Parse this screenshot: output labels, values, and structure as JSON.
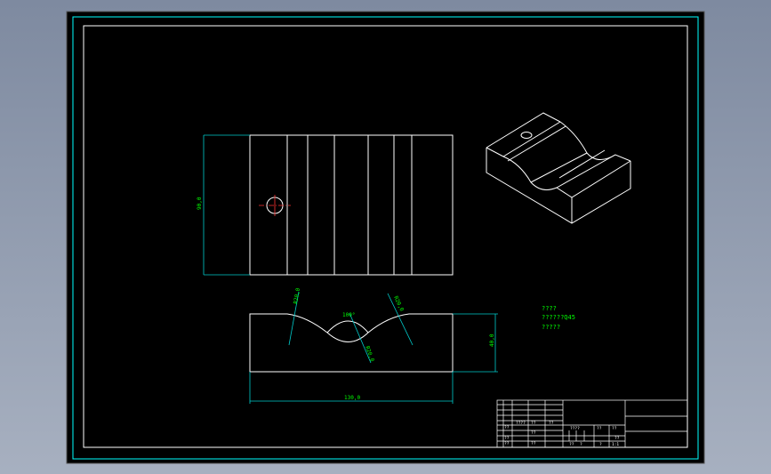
{
  "colors": {
    "background_outer": "#7e8aa0",
    "sheet_border": "#00ffff",
    "drawing_bg": "#000000",
    "geometry": "#ffffff",
    "dimensions": "#00cccc",
    "dimension_text": "#00ff00",
    "centerline": "#ff3333"
  },
  "dimensions": {
    "top_height": "90,0",
    "front_height": "40,0",
    "front_width": "130,0",
    "groove_left": "R20,0",
    "groove_right": "R20,0",
    "groove_center": "R20,0",
    "groove_angle": "100°"
  },
  "notes": {
    "line1": "????",
    "line2": "??????Q45",
    "line3": "?????"
  },
  "title_block": {
    "cells": [
      "??",
      "????",
      "??",
      "??",
      "??",
      "??",
      "??",
      "??",
      "????",
      "??",
      "??",
      "??",
      "??",
      "?",
      "?",
      "1:1"
    ]
  }
}
